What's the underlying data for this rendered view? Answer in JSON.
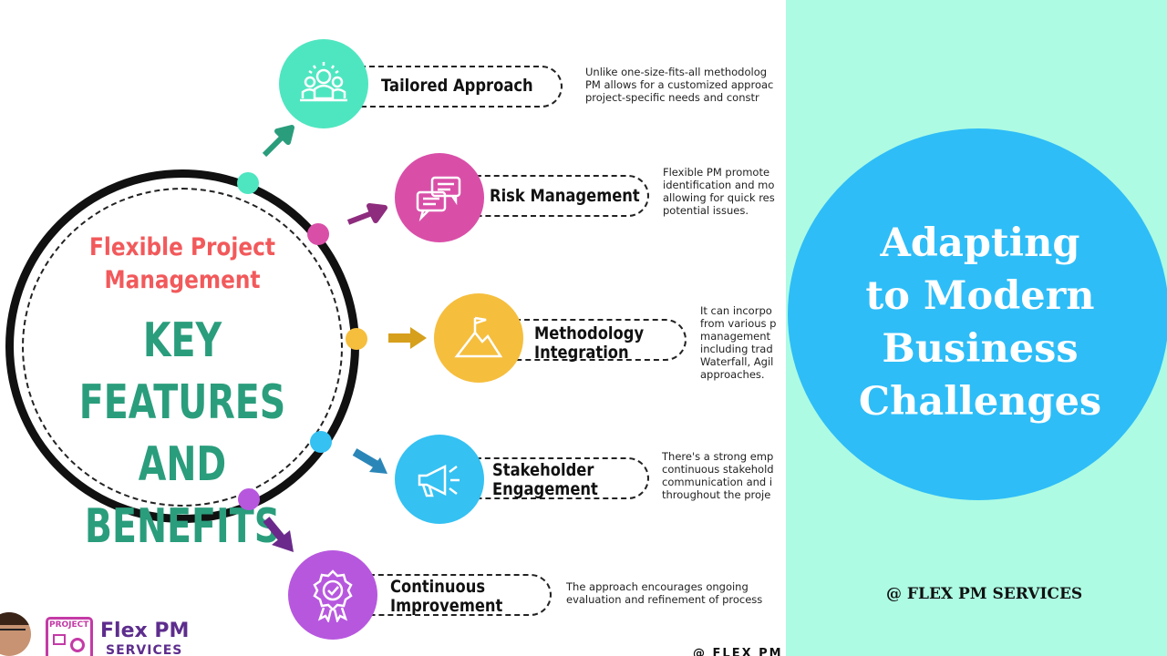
{
  "hero": {
    "subtitle": "Flexible Project Management",
    "title": "KEY FEATURES AND BENEFITS"
  },
  "features": [
    {
      "title": "Tailored Approach",
      "description": [
        "Unlike one-size-fits-all methodolog",
        "PM allows for a customized approac",
        "project-specific needs and constr"
      ],
      "color": "#4ee6c0",
      "icon": "team-icon"
    },
    {
      "title": "Risk Management",
      "description": [
        "Flexible PM promote",
        "identification and mo",
        "allowing for quick res",
        "potential issues."
      ],
      "color": "#d94fa8",
      "icon": "chat-bubbles-icon"
    },
    {
      "title_lines": [
        "Methodology",
        "Integration"
      ],
      "description": [
        "It can incorpo",
        "from various p",
        "management",
        "including trad",
        "Waterfall, Agil",
        "approaches."
      ],
      "color": "#f5be3d",
      "icon": "mountain-flag-icon"
    },
    {
      "title_lines": [
        "Stakeholder",
        "Engagement"
      ],
      "description": [
        "There's a strong emp",
        "continuous stakehold",
        "communication and i",
        "throughout the proje"
      ],
      "color": "#35c1f2",
      "icon": "megaphone-icon"
    },
    {
      "title_lines": [
        "Continuous",
        "Improvement"
      ],
      "description": [
        "The approach encourages ongoing",
        "evaluation and refinement of process"
      ],
      "color": "#b757de",
      "icon": "badge-check-icon"
    }
  ],
  "brand": {
    "logo_tag": "PROJECT",
    "name_line1": "Flex PM",
    "name_line2": "SERVICES",
    "footer_mark": "@ FLEX PM"
  },
  "right_panel": {
    "title_lines": [
      "Adapting",
      "to Modern",
      "Business",
      "Challenges"
    ],
    "credit": "@ FLEX PM SERVICES",
    "background": "#adfbe3",
    "circle_color": "#2ebdf7"
  }
}
